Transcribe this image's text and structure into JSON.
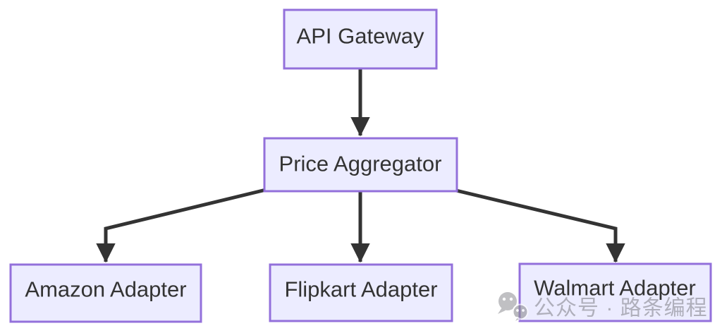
{
  "diagram": {
    "type": "flowchart",
    "direction": "top-down",
    "nodes": [
      {
        "id": "api_gateway",
        "label": "API Gateway"
      },
      {
        "id": "price_aggregator",
        "label": "Price Aggregator"
      },
      {
        "id": "amazon_adapter",
        "label": "Amazon Adapter"
      },
      {
        "id": "flipkart_adapter",
        "label": "Flipkart Adapter"
      },
      {
        "id": "walmart_adapter",
        "label": "Walmart Adapter"
      }
    ],
    "edges": [
      {
        "from": "api_gateway",
        "to": "price_aggregator"
      },
      {
        "from": "price_aggregator",
        "to": "amazon_adapter"
      },
      {
        "from": "price_aggregator",
        "to": "flipkart_adapter"
      },
      {
        "from": "price_aggregator",
        "to": "walmart_adapter"
      }
    ],
    "colors": {
      "node_fill": "#ECECFF",
      "node_border": "#9370DB",
      "node_text": "#333333",
      "edge": "#333333",
      "background": "#FFFFFF"
    }
  },
  "watermark": {
    "text": "公众号 · 路条编程",
    "icon": "wechat-icon",
    "color": "#8A8A92"
  }
}
